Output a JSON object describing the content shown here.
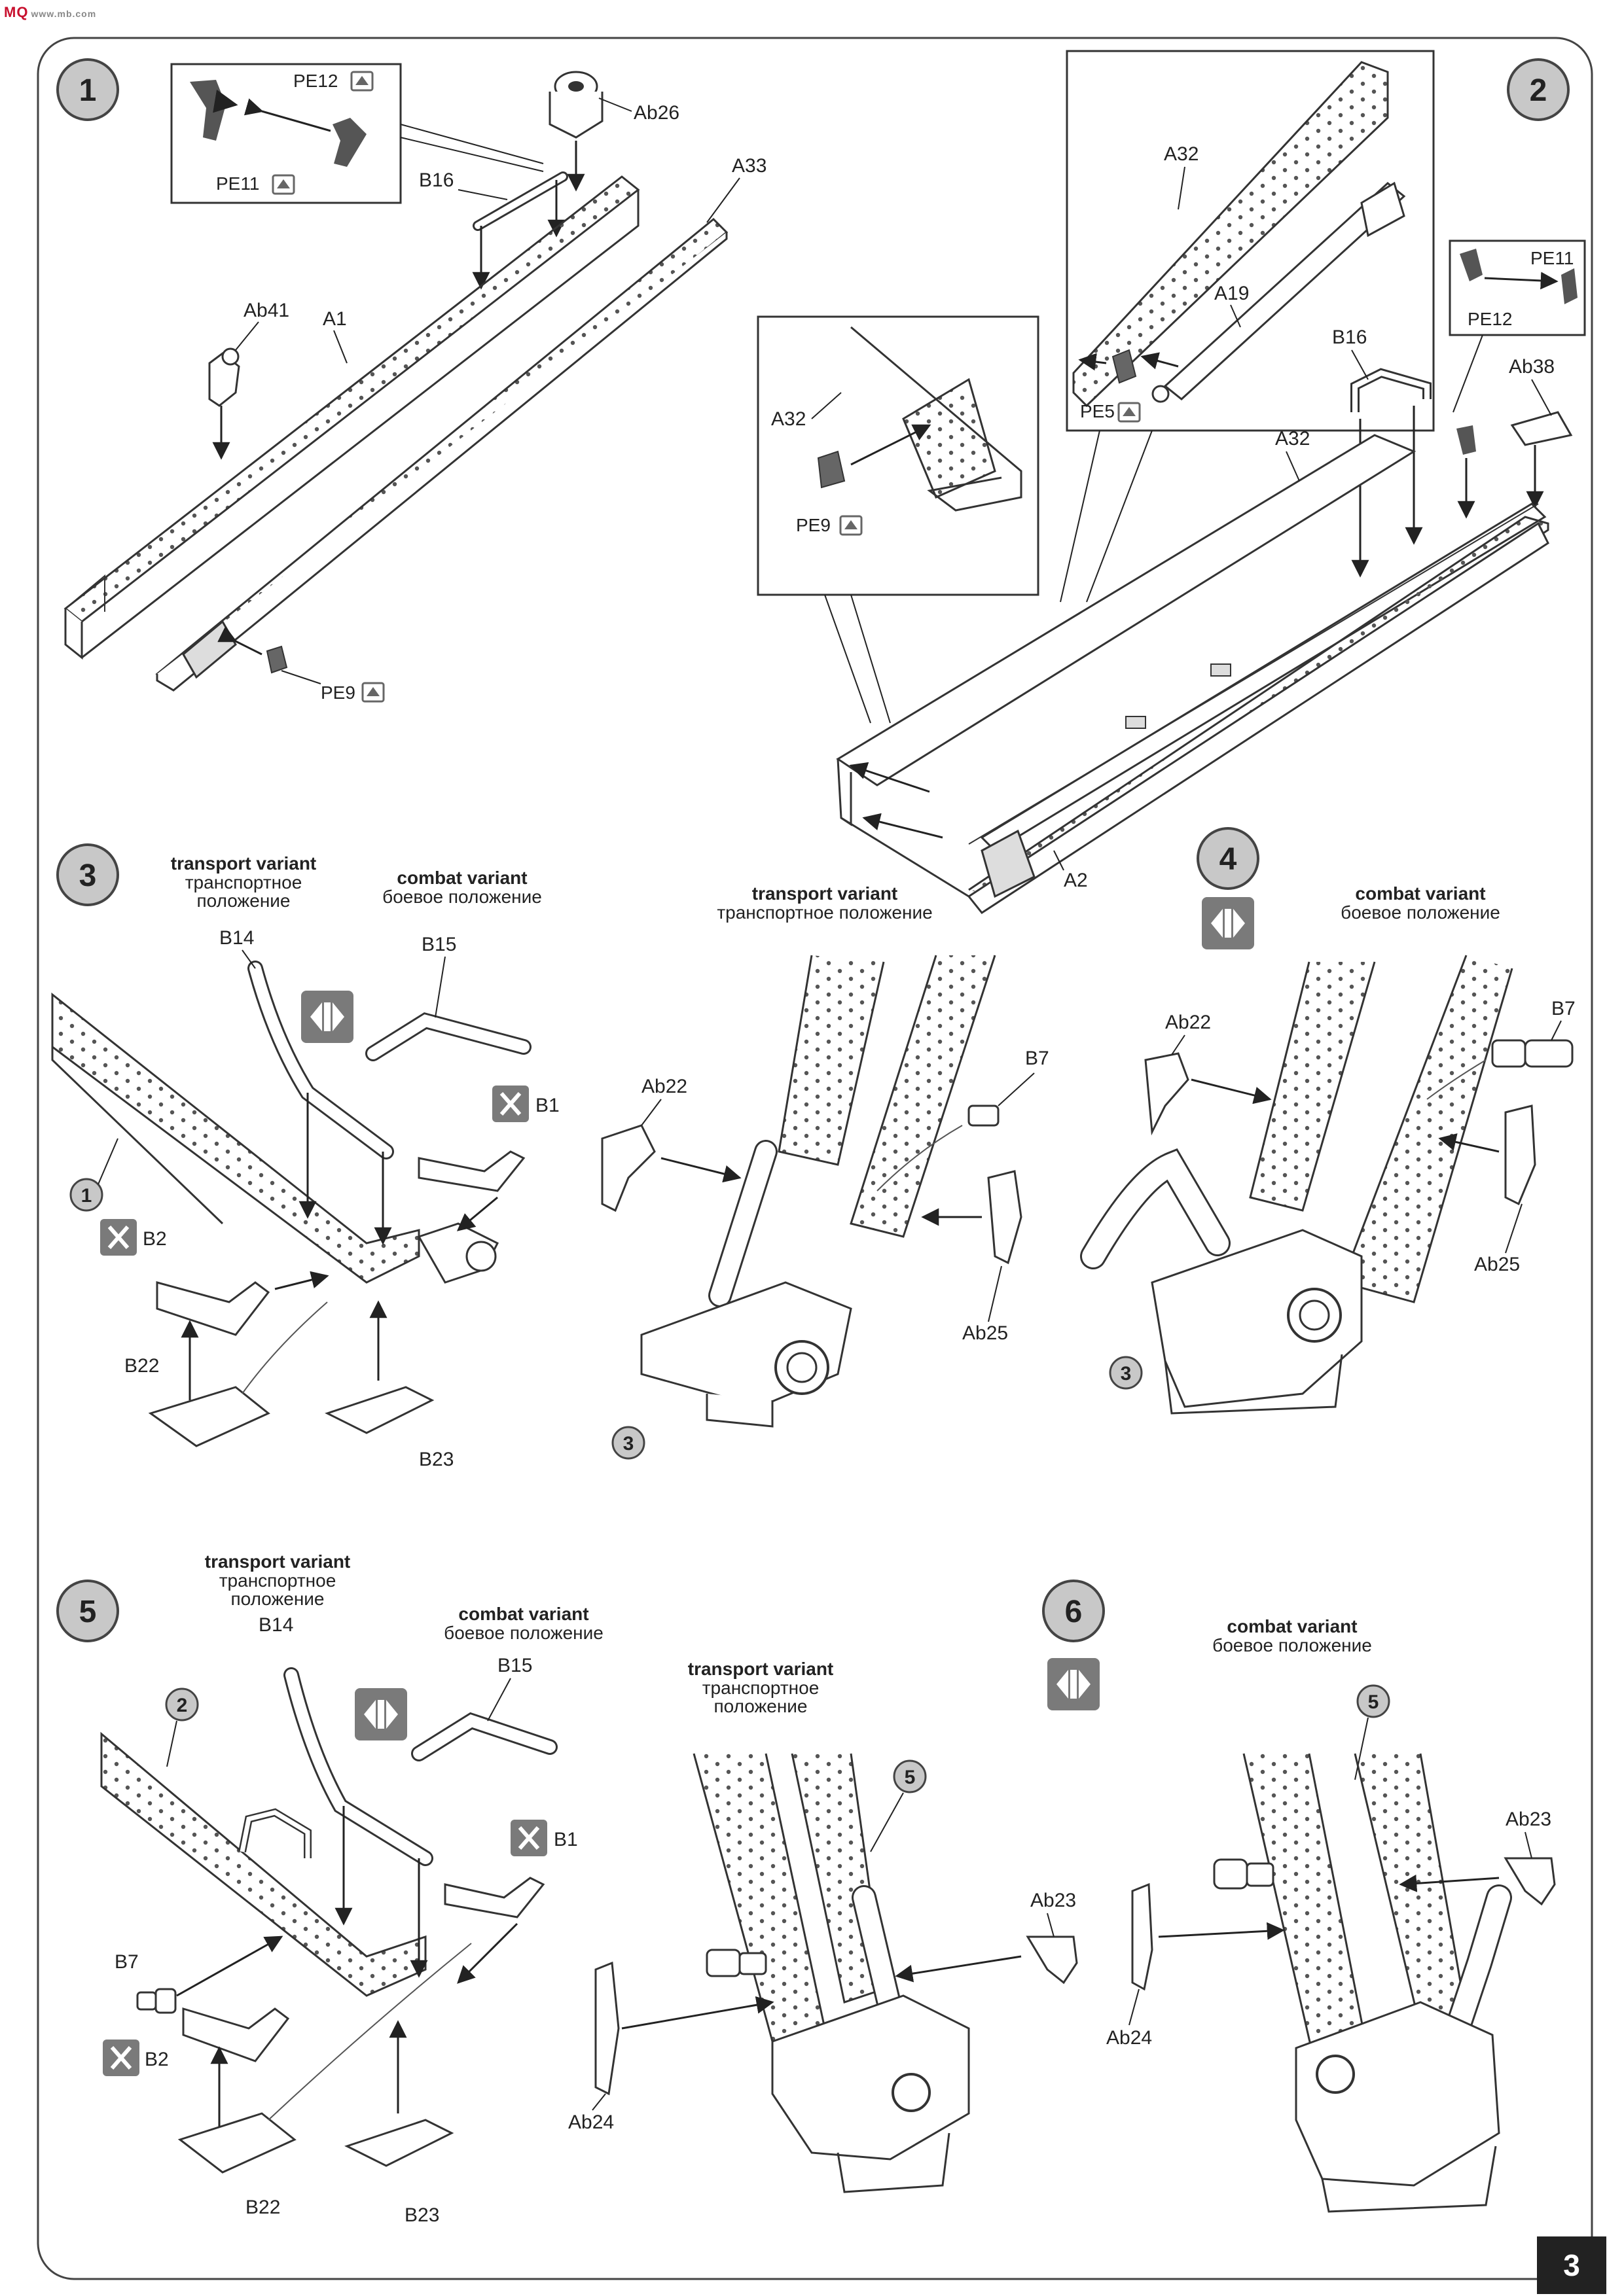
{
  "site_tag": {
    "brand": "MQ",
    "sub": "www.mb.com"
  },
  "page_number": "3",
  "steps": [
    {
      "number": "1",
      "labels": {
        "pe12": "PE12",
        "pe11": "PE11",
        "ab26": "Ab26",
        "b16": "B16",
        "a33": "A33",
        "ab41": "Ab41",
        "a1": "A1",
        "pe9": "PE9"
      }
    },
    {
      "number": "2",
      "labels": {
        "a32_inset": "A32",
        "a19": "A19",
        "pe5": "PE5",
        "pe11": "PE11",
        "pe12": "PE12",
        "b16": "B16",
        "ab38": "Ab38",
        "a32_detail": "A32",
        "pe9": "PE9",
        "a32_main": "A32",
        "a2": "A2"
      }
    },
    {
      "number": "3",
      "variant_transport": {
        "en": "transport variant",
        "ru_1": "транспортное",
        "ru_2": "положение"
      },
      "variant_combat": {
        "en": "combat variant",
        "ru": "боевое положение"
      },
      "labels": {
        "b14": "B14",
        "b15": "B15",
        "b1": "B1",
        "b2": "B2",
        "b22": "B22",
        "b23": "B23",
        "ref_1": "1",
        "ab22": "Ab22",
        "b7": "B7",
        "ab25": "Ab25",
        "ref_3": "3"
      },
      "sub_variant": {
        "en": "transport variant",
        "ru": "транспортное положение"
      }
    },
    {
      "number": "4",
      "variant_combat": {
        "en": "combat variant",
        "ru": "боевое положение"
      },
      "labels": {
        "ab22": "Ab22",
        "b7": "B7",
        "ab25": "Ab25",
        "ref_3": "3"
      }
    },
    {
      "number": "5",
      "variant_transport": {
        "en": "transport variant",
        "ru_1": "транспортное",
        "ru_2": "положение"
      },
      "variant_combat": {
        "en": "combat variant",
        "ru": "боевое положение"
      },
      "labels": {
        "b14": "B14",
        "b15": "B15",
        "b1": "B1",
        "b2": "B2",
        "b7": "B7",
        "b22": "B22",
        "b23": "B23",
        "ref_2": "2",
        "ab23": "Ab23",
        "ab24": "Ab24",
        "ref_5": "5"
      },
      "sub_variant": {
        "en": "transport variant",
        "ru_1": "транспортное",
        "ru_2": "положение"
      }
    },
    {
      "number": "6",
      "variant_combat": {
        "en": "combat variant",
        "ru": "боевое положение"
      },
      "labels": {
        "ref_5": "5",
        "ab23": "Ab23",
        "ab24": "Ab24"
      }
    }
  ],
  "icon_colors": {
    "step_circle": "#c8c8c8",
    "marker_box": "#7a7a7a",
    "line": "#222222"
  }
}
